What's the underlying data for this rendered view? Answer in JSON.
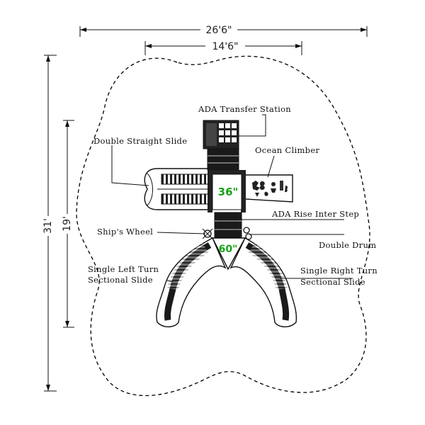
{
  "dimensions": {
    "overall_width": "26'6\"",
    "inner_width": "14'6\"",
    "overall_depth": "31'",
    "inner_depth": "19'"
  },
  "labels": {
    "ada_transfer_station": "ADA Transfer Station",
    "double_straight_slide": "Double Straight Slide",
    "ocean_climber": "Ocean Climber",
    "ada_rise_inter_step": "ADA Rise Inter Step",
    "ships_wheel": "Ship's Wheel",
    "double_drum": "Double Drum",
    "single_left_turn_line1": "Single Left Turn",
    "single_left_turn_line2": "Sectional Slide",
    "single_right_turn_line1": "Single Right Turn",
    "single_right_turn_line2": "Sectional Slide"
  },
  "decks": {
    "upper_height": "36\"",
    "lower_height": "60\""
  },
  "colors": {
    "deck_label": "#16a316",
    "lines": "#111111"
  }
}
